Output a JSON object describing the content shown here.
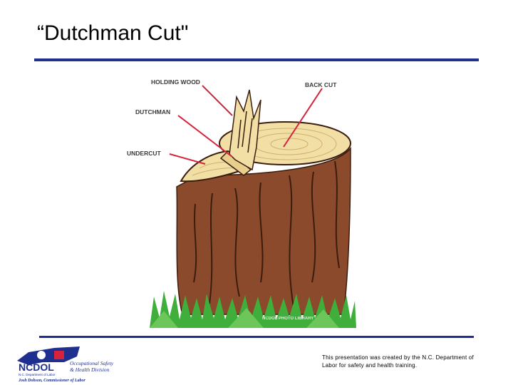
{
  "slide": {
    "title": "“Dutchman Cut\"",
    "footer_note": "This presentation was created by the N.C. Department of Labor for safety and health training."
  },
  "figure": {
    "labels": {
      "holding_wood": "HOLDING WOOD",
      "back_cut": "BACK CUT",
      "dutchman": "DUTCHMAN",
      "undercut": "UNDERCUT"
    },
    "watermark": "NCDOL PHOTO LIBRARY",
    "colors": {
      "bark": "#8b4a2b",
      "wood": "#f2dfa6",
      "grass": "#3fae3b",
      "pointer": "#d6223a"
    }
  },
  "logo": {
    "brand": "NCDOL",
    "department": "N.C. Department of Labor",
    "division_line1": "Occupational Safety",
    "division_line2": "& Health Division",
    "commissioner": "Josh Dobson, Commissioner of Labor"
  }
}
